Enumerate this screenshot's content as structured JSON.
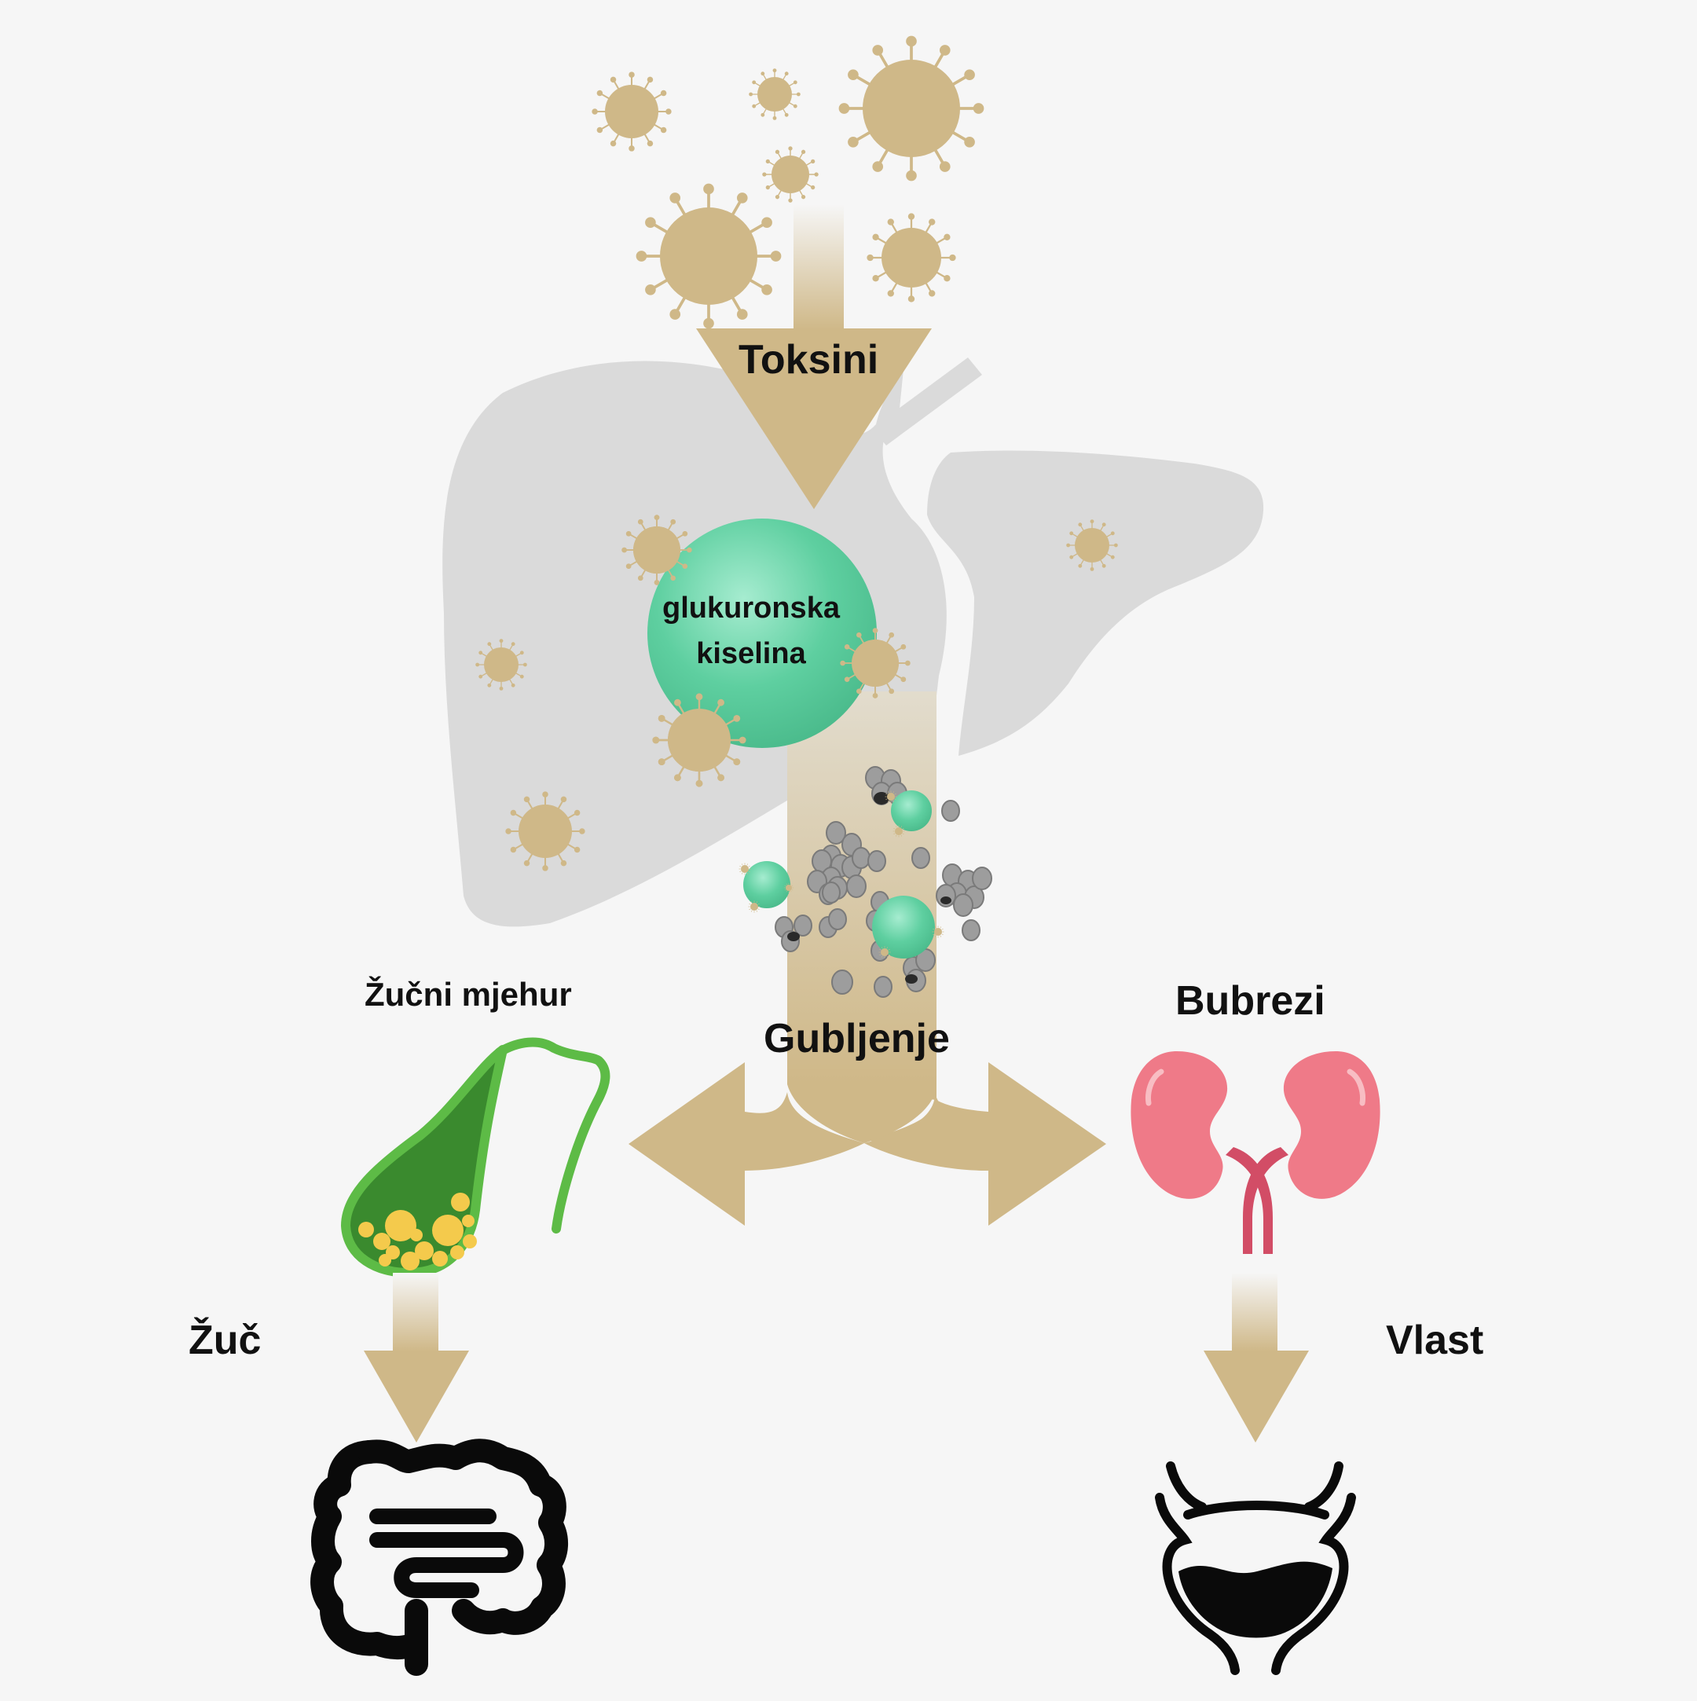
{
  "labels": {
    "toxins": "Toksini",
    "glucuronic_acid": "glukuronska kiselina",
    "gallbladder": "Žučni mjehur",
    "elimination": "Gubljenje",
    "kidneys": "Bubrezi",
    "bile": "Žuč",
    "urine": "Vlast"
  },
  "colors": {
    "background": "#f6f6f6",
    "liver": "#dadada",
    "toxin": "#cfb888",
    "arrow": "#cfb888",
    "acid": "#5ecfa0",
    "gallbladder_wall": "#5dbb46",
    "gallbladder_fill": "#3a8a2e",
    "gallstone": "#f4ca4c",
    "kidney": "#ef7a88",
    "ureter": "#d24d66",
    "organ_icon": "#0a0a0a"
  },
  "icons": [
    "virus-icon",
    "liver-icon",
    "gallbladder-icon",
    "kidneys-icon",
    "intestine-icon",
    "bladder-icon"
  ]
}
